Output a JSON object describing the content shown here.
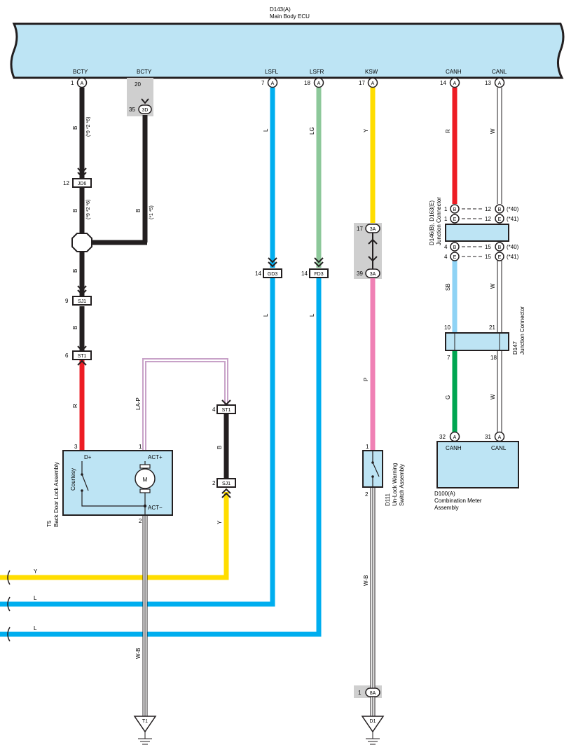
{
  "ecu": {
    "code": "D143(A)",
    "name": "Main Body ECU",
    "pins": [
      {
        "label": "BCTY",
        "num": "1",
        "conn": "A"
      },
      {
        "label": "BCTY",
        "num": "20",
        "conn": ""
      },
      {
        "label": "LSFL",
        "num": "7",
        "conn": "A"
      },
      {
        "label": "LSFR",
        "num": "18",
        "conn": "A"
      },
      {
        "label": "KSW",
        "num": "17",
        "conn": "A"
      },
      {
        "label": "CANH",
        "num": "14",
        "conn": "A"
      },
      {
        "label": "CANL",
        "num": "13",
        "conn": "A"
      }
    ]
  },
  "wires": {
    "bcty1": {
      "color_code": "B",
      "note": "(*9 *2 *6)",
      "hex": "#231f20"
    },
    "bcty1b": {
      "color_code": "B",
      "note": "(*9 *2 *6)"
    },
    "bcty2": {
      "color_code": "B",
      "note": "(*1 *5)"
    },
    "bcty_joined": {
      "color_code": "B"
    },
    "bcty_low": {
      "color_code": "B"
    },
    "red": {
      "color_code": "R",
      "hex": "#ed1c24"
    },
    "lap": {
      "color_code": "LA-P",
      "hex": "#c8a2c8"
    },
    "lsfl": {
      "color_code": "L",
      "hex": "#00aeef"
    },
    "lsfl2": {
      "color_code": "L"
    },
    "lsfr": {
      "color_code": "LG",
      "hex": "#8dc89a"
    },
    "lsfr2": {
      "color_code": "L"
    },
    "ksw": {
      "color_code": "Y",
      "hex": "#ffdd00"
    },
    "ksw2": {
      "color_code": "P",
      "hex": "#f081b5"
    },
    "ksw_gnd": {
      "color_code": "W-B"
    },
    "canh": {
      "color_code": "R"
    },
    "canl": {
      "color_code": "W"
    },
    "canh2": {
      "color_code": "SB",
      "hex": "#8fd3f5"
    },
    "canl2": {
      "color_code": "W"
    },
    "canh3": {
      "color_code": "G",
      "hex": "#00a651"
    },
    "canl3": {
      "color_code": "W"
    },
    "sj1_y": {
      "color_code": "Y"
    },
    "sj1_b": {
      "color_code": "B"
    },
    "motor_gnd": {
      "color_code": "W-B"
    },
    "out_y": {
      "color_code": "Y"
    },
    "out_l1": {
      "color_code": "L"
    },
    "out_l2": {
      "color_code": "L"
    }
  },
  "connectors": {
    "bcty_3d": {
      "num": "35",
      "code": "3D"
    },
    "jd6": {
      "num": "12",
      "code": "JD6"
    },
    "sj1_top": {
      "num": "9",
      "code": "SJ1"
    },
    "st1_left": {
      "num": "6",
      "code": "ST1"
    },
    "gd3": {
      "num": "14",
      "code": "GD3"
    },
    "fd3": {
      "num": "14",
      "code": "FD3"
    },
    "ksw_3a_top": {
      "num": "17",
      "code": "3A"
    },
    "ksw_3a_bot": {
      "num": "39",
      "code": "3A"
    },
    "st1_right": {
      "num": "4",
      "code": "ST1"
    },
    "sj1_right": {
      "num": "2",
      "code": "SJ1"
    },
    "gnd_8a": {
      "num": "1",
      "code": "8A"
    }
  },
  "junction1": {
    "code": "D146(B), D163(E)",
    "name": "Junction Connector",
    "rows": [
      {
        "l_num": "1",
        "l_conn": "B",
        "r_num": "12",
        "r_conn": "B",
        "note": "(*40)"
      },
      {
        "l_num": "1",
        "l_conn": "E",
        "r_num": "12",
        "r_conn": "E",
        "note": "(*41)"
      },
      {
        "l_num": "4",
        "l_conn": "B",
        "r_num": "15",
        "r_conn": "B",
        "note": "(*40)"
      },
      {
        "l_num": "4",
        "l_conn": "E",
        "r_num": "15",
        "r_conn": "E",
        "note": "(*41)"
      }
    ]
  },
  "junction2": {
    "code": "D147",
    "name": "Junction Connector",
    "pins_top": [
      "10",
      "21"
    ],
    "pins_bottom": [
      "7",
      "18"
    ]
  },
  "meter": {
    "code": "D100(A)",
    "name_line1": "Combination Meter",
    "name_line2": "Assembly",
    "pin1": {
      "num": "32",
      "conn": "A",
      "label": "CANH"
    },
    "pin2": {
      "num": "31",
      "conn": "A",
      "label": "CANL"
    }
  },
  "door_lock": {
    "code": "T5",
    "name": "Back Door Lock Assembly",
    "switch_label": "Courtesy",
    "pin_d": {
      "num": "3",
      "label": "D+"
    },
    "pin_act_p": {
      "num": "1",
      "label": "ACT+"
    },
    "pin_act_m": {
      "num": "2",
      "label": "ACT−"
    },
    "motor": "M"
  },
  "unlock_switch": {
    "code": "D111",
    "name_line1": "Un-Lock Warning",
    "name_line2": "Switch Assembly",
    "pin_top": "1",
    "pin_bot": "2"
  },
  "grounds": {
    "g1": "T1",
    "g2": "D1"
  }
}
